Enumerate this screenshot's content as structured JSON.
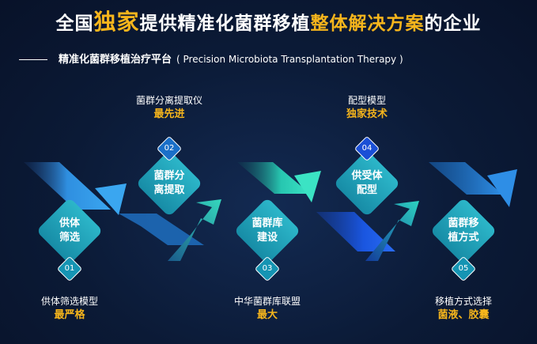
{
  "headline": {
    "part1": "全国",
    "highlight1": "独家",
    "part2": "提供精准化菌群移植",
    "highlight2": "整体解决方案",
    "part3": "的企业"
  },
  "subtitle": {
    "cn": "精准化菌群移植治疗平台",
    "en": "( Precision Microbiota Transplantation Therapy )"
  },
  "colors": {
    "accent": "#f6b51c",
    "arrow_blue": "#2f8fe0",
    "arrow_teal": "#2ad0b5",
    "arrow_dark_blue": "#1a4fd6",
    "node_fill": "#1fa3b7",
    "background": "#0b1a36"
  },
  "steps": [
    {
      "number": "01",
      "node_text": [
        "供体",
        "筛选"
      ],
      "caption": "供体筛选模型",
      "caption_strong": "最严格"
    },
    {
      "number": "02",
      "node_text": [
        "菌群分",
        "离提取"
      ],
      "caption": "菌群分离提取仪",
      "caption_strong": "最先进"
    },
    {
      "number": "03",
      "node_text": [
        "菌群库",
        "建设"
      ],
      "caption": "中华菌群库联盟",
      "caption_strong": "最大"
    },
    {
      "number": "04",
      "node_text": [
        "供受体",
        "配型"
      ],
      "caption": "配型模型",
      "caption_strong": "独家技术"
    },
    {
      "number": "05",
      "node_text": [
        "菌群移",
        "植方式"
      ],
      "caption": "移植方式选择",
      "caption_strong": "菌液、胶囊"
    }
  ]
}
